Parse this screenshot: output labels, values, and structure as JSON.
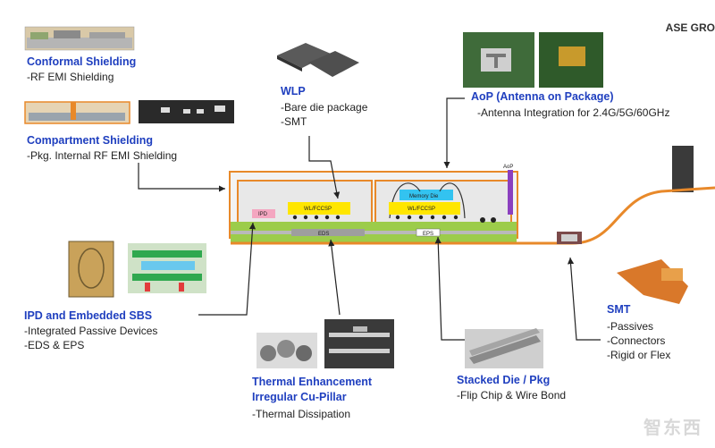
{
  "brand": "ASE GRO",
  "watermark": "智东西",
  "callouts": {
    "conformal": {
      "title": "Conformal Shielding",
      "lines": [
        "-RF EMI Shielding"
      ]
    },
    "compartment": {
      "title": "Compartment Shielding",
      "lines": [
        "-Pkg. Internal RF EMI Shielding"
      ]
    },
    "wlp": {
      "title": "WLP",
      "lines": [
        "-Bare die package",
        "-SMT"
      ]
    },
    "aop": {
      "title": "AoP (Antenna on Package)",
      "lines": [
        "-Antenna Integration for 2.4G/5G/60GHz"
      ]
    },
    "ipd": {
      "title": "IPD and Embedded SBS",
      "lines": [
        "-Integrated Passive Devices",
        "-EDS & EPS"
      ]
    },
    "thermal": {
      "title": "Thermal Enhancement",
      "title2": "Irregular Cu-Pillar",
      "lines": [
        "-Thermal Dissipation"
      ]
    },
    "stacked": {
      "title": "Stacked Die / Pkg",
      "lines": [
        "-Flip Chip & Wire Bond"
      ]
    },
    "smt": {
      "title": "SMT",
      "lines": [
        "-Passives",
        "-Connectors",
        "-Rigid or Flex"
      ]
    }
  },
  "package_labels": {
    "ipd": "IPD",
    "wlp1": "WL/FCCSP",
    "wlp2": "WL/FCCSP",
    "memory": "Memory Die",
    "eds": "EDS",
    "eps": "EPS",
    "aop": "AoP"
  },
  "colors": {
    "title_blue": "#1f3fbf",
    "substrate_green": "#9ccc4a",
    "shield_orange": "#e8892a",
    "chip_yellow": "#ffe600",
    "memory_cyan": "#33c3f0",
    "ipd_pink": "#f4a6c0"
  }
}
